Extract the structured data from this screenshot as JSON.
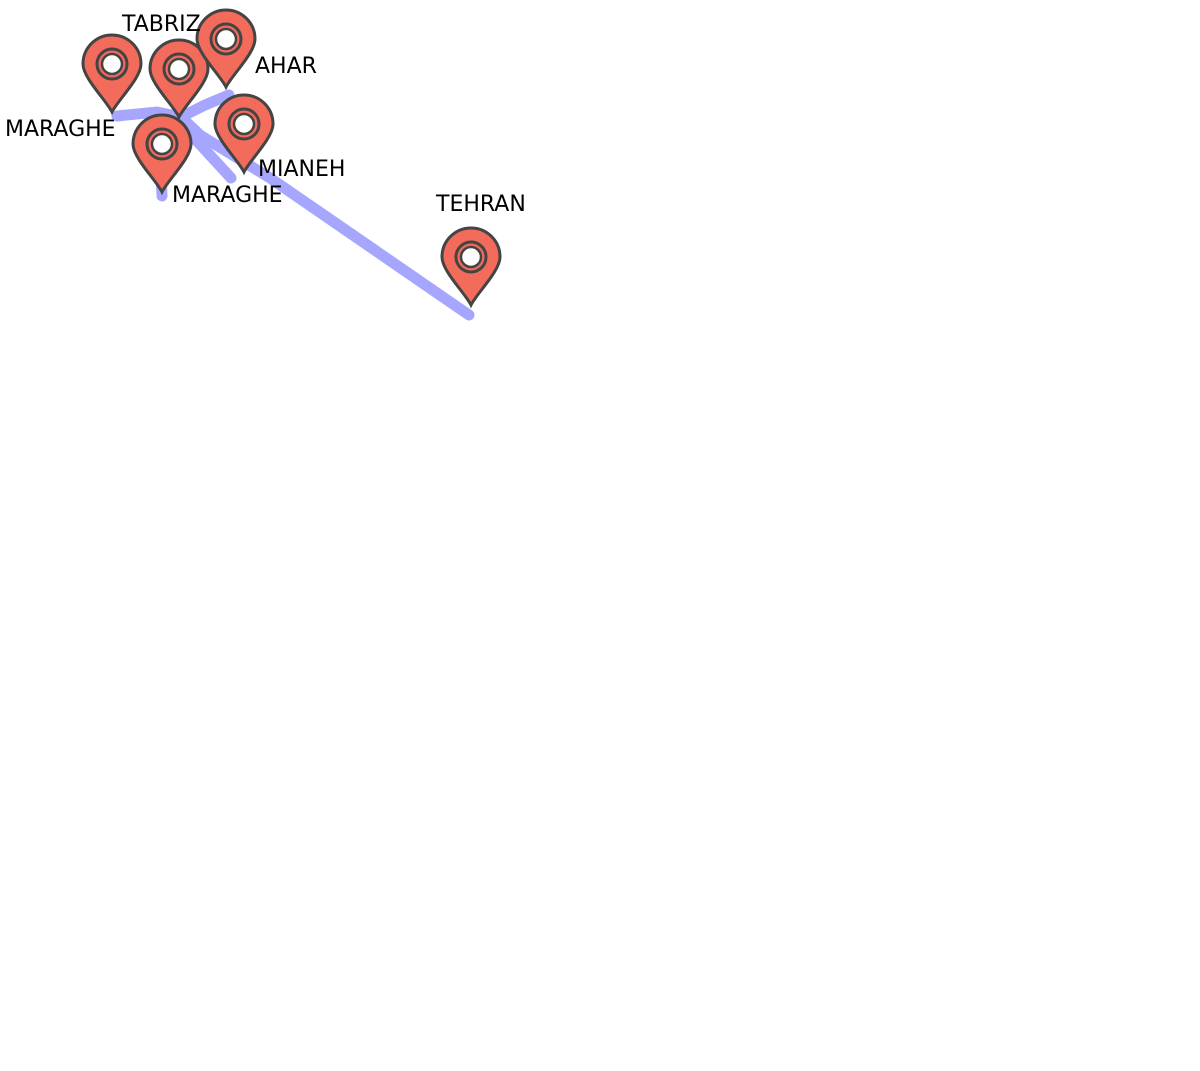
{
  "map": {
    "colors": {
      "route": "#a6a6ff",
      "marker": "#f26b5b",
      "marker_outline": "#444444"
    },
    "markers": [
      {
        "id": "tabriz",
        "name": "TABRIZ",
        "icon": "map-pin-icon"
      },
      {
        "id": "ahar",
        "name": "AHAR",
        "icon": "map-pin-icon"
      },
      {
        "id": "maraghe-west",
        "name": "MARAGHE",
        "icon": "map-pin-icon"
      },
      {
        "id": "maraghe-south",
        "name": "MARAGHE",
        "icon": "map-pin-icon"
      },
      {
        "id": "mianeh",
        "name": "MIANEH",
        "icon": "map-pin-icon"
      },
      {
        "id": "tehran",
        "name": "TEHRAN",
        "icon": "map-pin-icon"
      }
    ],
    "routes": [
      {
        "from": "tabriz",
        "to": "ahar"
      },
      {
        "from": "tabriz",
        "to": "maraghe-west"
      },
      {
        "from": "tabriz",
        "to": "maraghe-south"
      },
      {
        "from": "tabriz",
        "to": "mianeh"
      },
      {
        "from": "tabriz",
        "to": "tehran"
      }
    ]
  }
}
